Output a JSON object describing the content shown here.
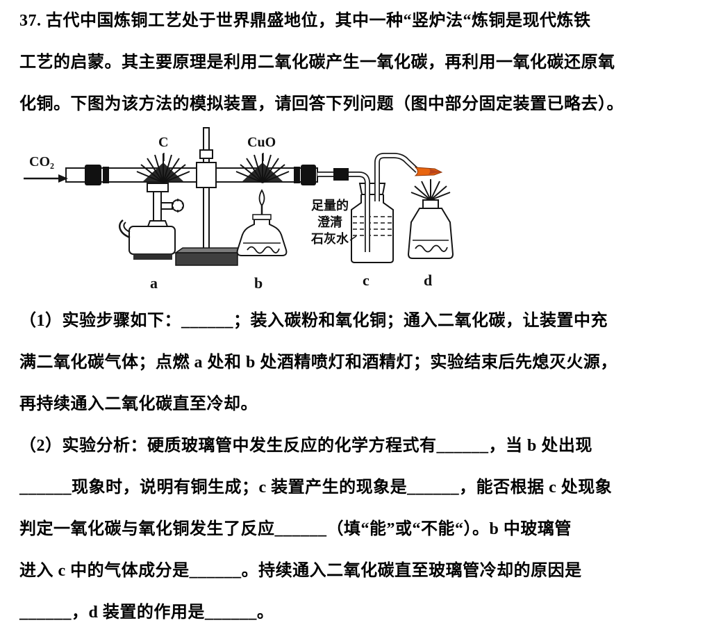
{
  "question": {
    "intro": "37. 古代中国炼铜工艺处于世界鼎盛地位，其中一种“竖炉法“炼铜是现代炼铁\n工艺的启蒙。其主要原理是利用二氧化碳产生一氧化碳，再利用一氧化碳还原氧\n化铜。下图为该方法的模拟装置，请回答下列问题（图中部分固定装置已略去）。",
    "part1": "（1）实验步骤如下：______；装入碳粉和氧化铜；通入二氧化碳，让装置中充\n满二氧化碳气体；点燃 a 处和 b 处酒精喷灯和酒精灯；实验结束后先熄灭火源，\n再持续通入二氧化碳直至冷却。",
    "part2": "（2）实验分析：硬质玻璃管中发生反应的化学方程式有______，当 b 处出现\n______现象时，说明有铜生成；c 装置产生的现象是______，能否根据 c 处现象\n判定一氧化碳与氧化铜发生了反应______（填“能”或“不能“）。b 中玻璃管\n进入 c 中的气体成分是______。持续通入二氧化碳直至玻璃管冷却的原因是\n______，d 装置的作用是______。"
  },
  "diagram": {
    "gas_label": "CO₂",
    "carbon_label": "C",
    "copper_oxide_label": "CuO",
    "limewater_note": "足量的\n澄清\n石灰水",
    "label_a": "a",
    "label_b": "b",
    "label_c": "c",
    "label_d": "d",
    "flame_color": "#e8650f",
    "flame_tip_color": "#b9441b"
  }
}
